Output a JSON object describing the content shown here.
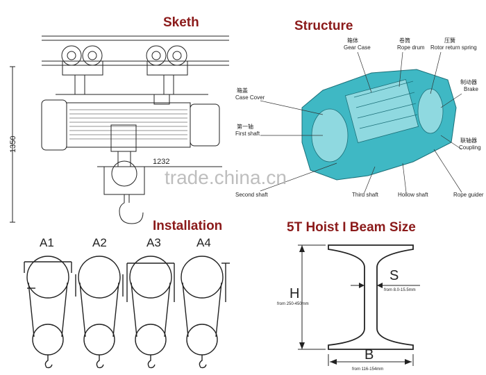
{
  "titles": {
    "sketch": "Sketh",
    "structure": "Structure",
    "installation": "Installation",
    "beam": "5T Hoist I Beam Size"
  },
  "sketch": {
    "height_dim": "1350",
    "width_dim": "1232"
  },
  "structure": {
    "labels": {
      "gear_case_cn": "箱体",
      "gear_case_en": "Gear Case",
      "rope_drum_cn": "卷筒",
      "rope_drum_en": "Rope drum",
      "spring_cn": "压簧",
      "spring_en": "Rotor return spring",
      "brake_cn": "制动器",
      "brake_en": "Brake",
      "case_cover_cn": "箱盖",
      "case_cover_en": "Case Cover",
      "first_shaft_cn": "第一轴",
      "first_shaft_en": "First shaft",
      "coupling_cn": "联轴器",
      "coupling_en": "Coupling",
      "second_shaft_en": "Second shaft",
      "third_shaft_en": "Third shaft",
      "hollow_shaft_en": "Hollow shaft",
      "rope_guider_en": "Rope guider"
    }
  },
  "installation": {
    "labels": [
      "A1",
      "A2",
      "A3",
      "A4"
    ]
  },
  "beam": {
    "h_label": "H",
    "h_range": "from 250-450mm",
    "s_label": "S",
    "s_range": "from 8.0-15.5mm",
    "b_label": "B",
    "b_range": "from 116-154mm"
  },
  "watermark": "trade.china.cn",
  "colors": {
    "title": "#8b1a1a",
    "cutaway": "#3fb8c4",
    "line": "#222222"
  }
}
